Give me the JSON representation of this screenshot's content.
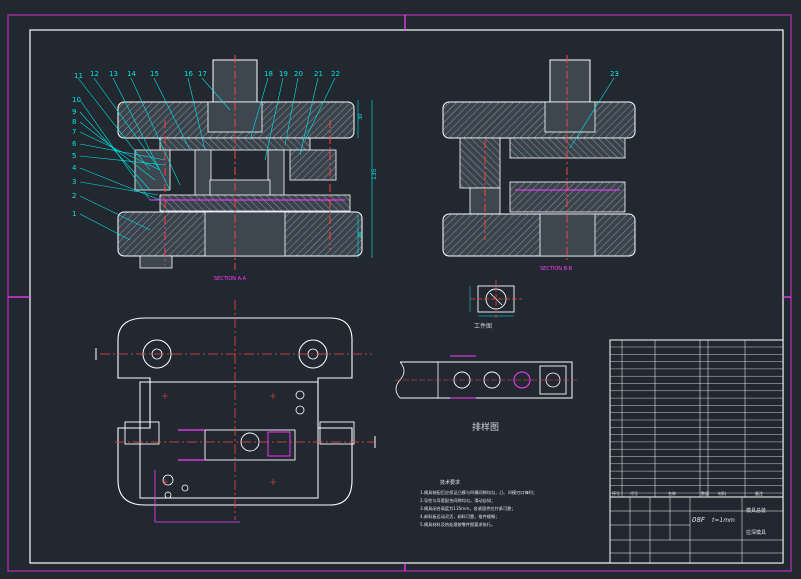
{
  "balloons_left": [
    "11",
    "12",
    "13",
    "14",
    "15",
    "16",
    "17",
    "18",
    "19",
    "20",
    "21",
    "22"
  ],
  "balloons_left_side": [
    "10",
    "9",
    "8",
    "7",
    "6",
    "5",
    "4",
    "3",
    "2",
    "1"
  ],
  "balloon_right": "23",
  "captions": {
    "front_section": "SECTION A-A",
    "side_section": "SECTION B-B",
    "workpiece": "工件图",
    "strip_layout": "排样图"
  },
  "dims": {
    "overall_height": "135",
    "upper_thk": "30",
    "lower_thk": "40"
  },
  "tech_req_title": "技术要求",
  "tech_req_lines": [
    "1.模具装配后应保证凸模与凹模间隙均匀，凸、凹模刃口锋利；",
    "2.导柱与导套配合间隙均匀，滑动自如；",
    "3.模具闭合高度为135mm，各紧固件应拧紧可靠；",
    "4.卸料板运动灵活，卸料可靠，推件顺畅；",
    "5.模具材料及热处理按零件图要求执行。"
  ],
  "title_block": {
    "scale_text": "08F",
    "thickness": "t=1mm",
    "drawing_title": "模具总装",
    "drawing_sub": "拉深模具",
    "headers": [
      "序号",
      "代号",
      "名称",
      "数量",
      "材料",
      "备注"
    ]
  },
  "colors": {
    "background": "#212830",
    "frame": "#9b2c9b",
    "outline": "#ffffff",
    "centerline": "#ff4040",
    "leader": "#00e5e5",
    "hatch": "#7c8a95",
    "magenta": "#ff3cff"
  }
}
